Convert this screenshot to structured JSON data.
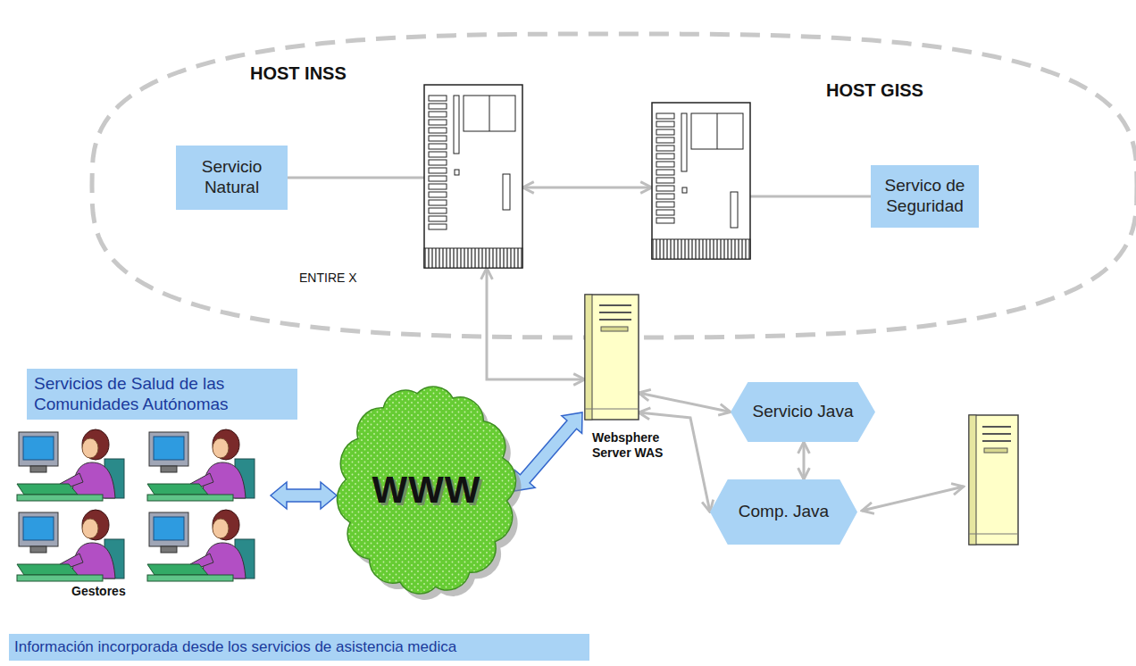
{
  "diagram": {
    "nodes": [
      {
        "text": [
          "HOST INSS",
          "ENTIRE X"
        ]
      },
      {
        "text": [
          "HOST GISS"
        ]
      },
      {
        "text": [
          "Servicio Natural"
        ]
      },
      {
        "text": [
          "Servico de Seguridad"
        ]
      },
      {
        "text": [
          "Servicios de Salud de las Comunidades Autónomas"
        ]
      },
      {
        "text": [
          "Websphere Server WAS"
        ]
      },
      {
        "text": [
          "Servicio Java"
        ]
      },
      {
        "text": [
          "Gestores"
        ]
      },
      {
        "text": [
          "WWW"
        ]
      },
      {
        "text": [
          "Comp. Java"
        ]
      },
      {
        "text": [
          "Información incorporada desde los servicios de asistencia medica"
        ]
      }
    ],
    "edges": [
      {
        "from": 2,
        "to": 0,
        "arrow": "none"
      },
      {
        "from": 0,
        "to": 1,
        "arrow": "both"
      },
      {
        "from": 1,
        "to": 3,
        "arrow": "none"
      },
      {
        "from": 0,
        "to": 5,
        "arrow": "both"
      },
      {
        "from": 7,
        "to": 8,
        "arrow": "both"
      },
      {
        "from": 8,
        "to": 5,
        "arrow": "both"
      },
      {
        "from": 5,
        "to": 6,
        "arrow": "both"
      },
      {
        "from": 5,
        "to": 9,
        "arrow": "both"
      },
      {
        "from": 6,
        "to": 9,
        "arrow": "both"
      }
    ]
  }
}
